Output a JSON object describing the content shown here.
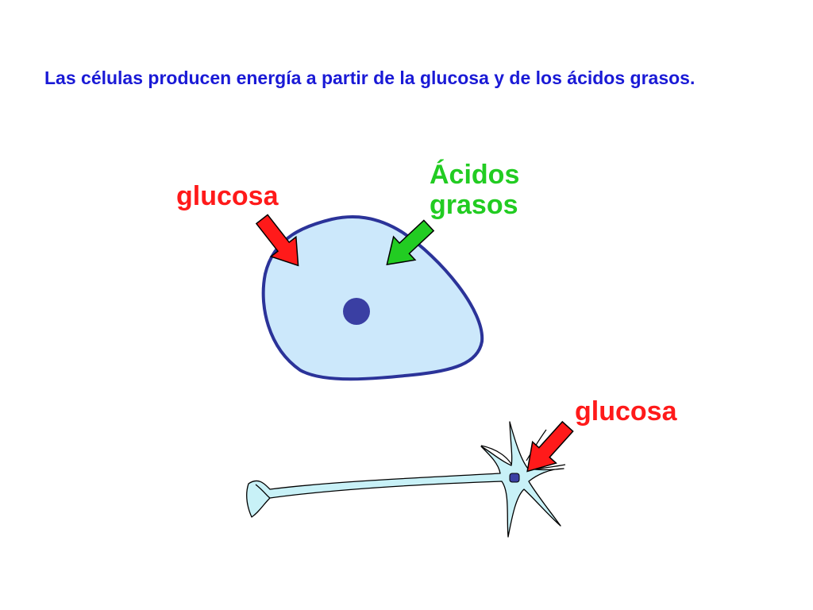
{
  "slide": {
    "intro_text": "Las células producen energía a partir de la glucosa y de los ácidos grasos.",
    "labels": {
      "cell_glucose": "glucosa",
      "fatty_acids_line1": "Ácidos",
      "fatty_acids_line2": "grasos",
      "neuron_glucose": "glucosa"
    }
  },
  "colors": {
    "text_blue": "#1a1ad6",
    "glucose_red": "#ff1a1a",
    "fatty_green": "#22cc22",
    "cell_fill": "#cce8fb",
    "cell_stroke": "#2b3399",
    "nucleus": "#3a3fa3",
    "neuron_fill": "#c8f1f7"
  },
  "icons": {
    "glucose_arrow_cell": "red-arrow-icon",
    "fatty_arrow_cell": "green-arrow-icon",
    "glucose_arrow_neuron": "red-arrow-icon"
  }
}
